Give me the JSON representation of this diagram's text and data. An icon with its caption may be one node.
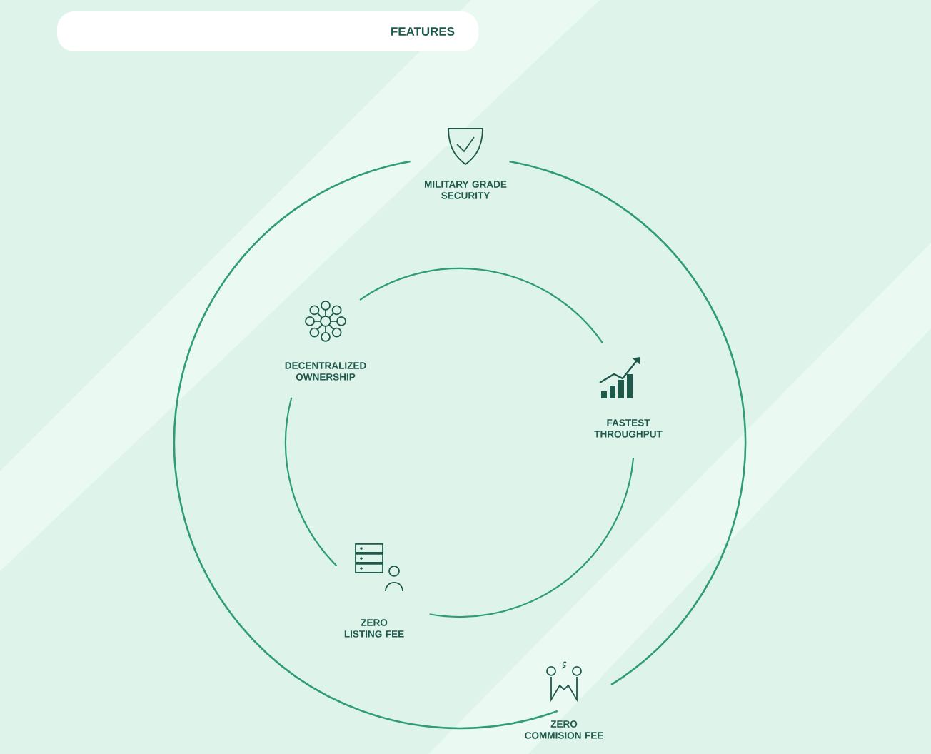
{
  "diagram": {
    "title": "FEATURES",
    "labels": [
      "MILITARY GRADE SECURITY",
      "DECENTRALIZED OWNERSHIP",
      "FASTEST THROUGHPUT",
      "ZERO LISTING FEE",
      "ZERO COMMISION FEE"
    ]
  }
}
